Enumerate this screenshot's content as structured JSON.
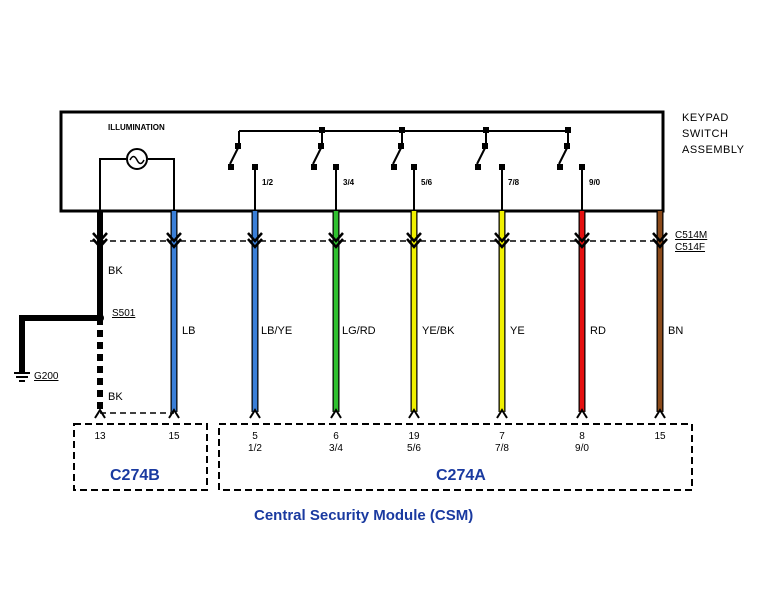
{
  "keypad_label": [
    "KEYPAD",
    "SWITCH",
    "ASSEMBLY"
  ],
  "illumination_label": "ILLUMINATION",
  "connector_top": [
    "C514M",
    "C514F"
  ],
  "splice_label": "S501",
  "ground_label": "G200",
  "switch_labels": [
    "1/2",
    "3/4",
    "5/6",
    "7/8",
    "9/0"
  ],
  "wires": [
    {
      "id": "bk",
      "color_name": "BK",
      "hex": "#000000",
      "pin": "13",
      "pin_sub": ""
    },
    {
      "id": "lb1",
      "color_name": "LB",
      "hex": "#3a7fd8",
      "pin": "15",
      "pin_sub": ""
    },
    {
      "id": "lbye",
      "color_name": "LB/YE",
      "hex": "#3a7fd8",
      "pin": "5",
      "pin_sub": "1/2"
    },
    {
      "id": "lgrd",
      "color_name": "LG/RD",
      "hex": "#2fc12f",
      "pin": "6",
      "pin_sub": "3/4"
    },
    {
      "id": "yebk",
      "color_name": "YE/BK",
      "hex": "#f0f000",
      "pin": "19",
      "pin_sub": "5/6"
    },
    {
      "id": "ye",
      "color_name": "YE",
      "hex": "#f0f000",
      "pin": "7",
      "pin_sub": "7/8"
    },
    {
      "id": "rd",
      "color_name": "RD",
      "hex": "#e51010",
      "pin": "8",
      "pin_sub": "9/0"
    },
    {
      "id": "bn",
      "color_name": "BN",
      "hex": "#8b4a1a",
      "pin": "15",
      "pin_sub": ""
    }
  ],
  "bk_lower_label": "BK",
  "connector_b_label": "C274B",
  "connector_a_label": "C274A",
  "module_label": "Central Security Module (CSM)"
}
